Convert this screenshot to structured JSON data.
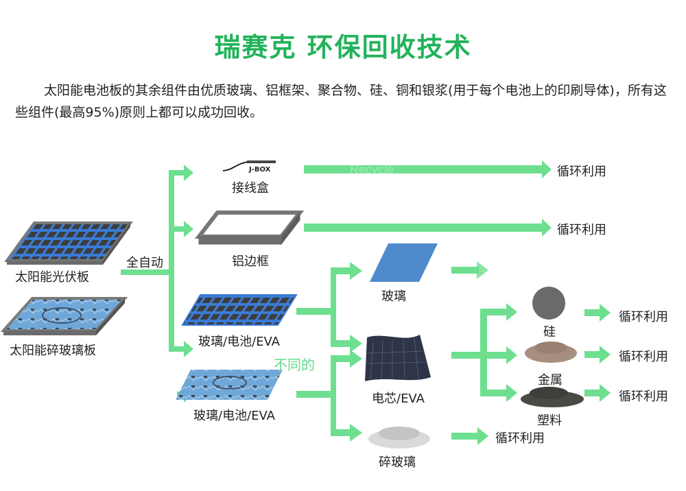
{
  "title": "瑞赛克  环保回收技术",
  "intro": "太阳能电池板的其余组件由优质玻璃、铝框架、聚合物、硅、铜和银浆(用于每个电池上的印刷导体)，所有这些组件(最高95%)原则上都可以成功回收。",
  "colors": {
    "arrow": "#6ddf8f",
    "title": "#22b35a",
    "panel_blue": "#3a7bd5",
    "panel_frame": "#8a8a8a"
  },
  "watermark": "Recycle",
  "inputs": [
    {
      "label": "太阳能光伏板",
      "icon": "solar-panel-icon"
    },
    {
      "label": "太阳能碎玻璃板",
      "icon": "broken-solar-panel-icon"
    }
  ],
  "process_label": "全自动",
  "stage1": [
    {
      "label": "接线盒",
      "icon": "junction-box-icon",
      "icon_text": "J-BOX",
      "output": "循环利用"
    },
    {
      "label": "铝边框",
      "icon": "aluminum-frame-icon",
      "output": "循环利用"
    },
    {
      "label": "玻璃/电池/EVA",
      "icon": "glass-cell-eva-icon"
    },
    {
      "label": "玻璃/电池/EVA",
      "icon": "broken-glass-cell-eva-icon"
    }
  ],
  "different_label": "不同的",
  "stage2": [
    {
      "label": "玻璃",
      "icon": "glass-sheet-icon"
    },
    {
      "label": "电芯/EVA",
      "icon": "cell-eva-icon"
    },
    {
      "label": "碎玻璃",
      "icon": "glass-cullet-icon",
      "output": "循环利用"
    }
  ],
  "stage3": [
    {
      "label": "硅",
      "icon": "silicon-powder-icon",
      "output": "循环利用"
    },
    {
      "label": "金属",
      "icon": "metal-granules-icon",
      "output": "循环利用"
    },
    {
      "label": "塑料",
      "icon": "plastic-granules-icon",
      "output": "循环利用"
    }
  ]
}
